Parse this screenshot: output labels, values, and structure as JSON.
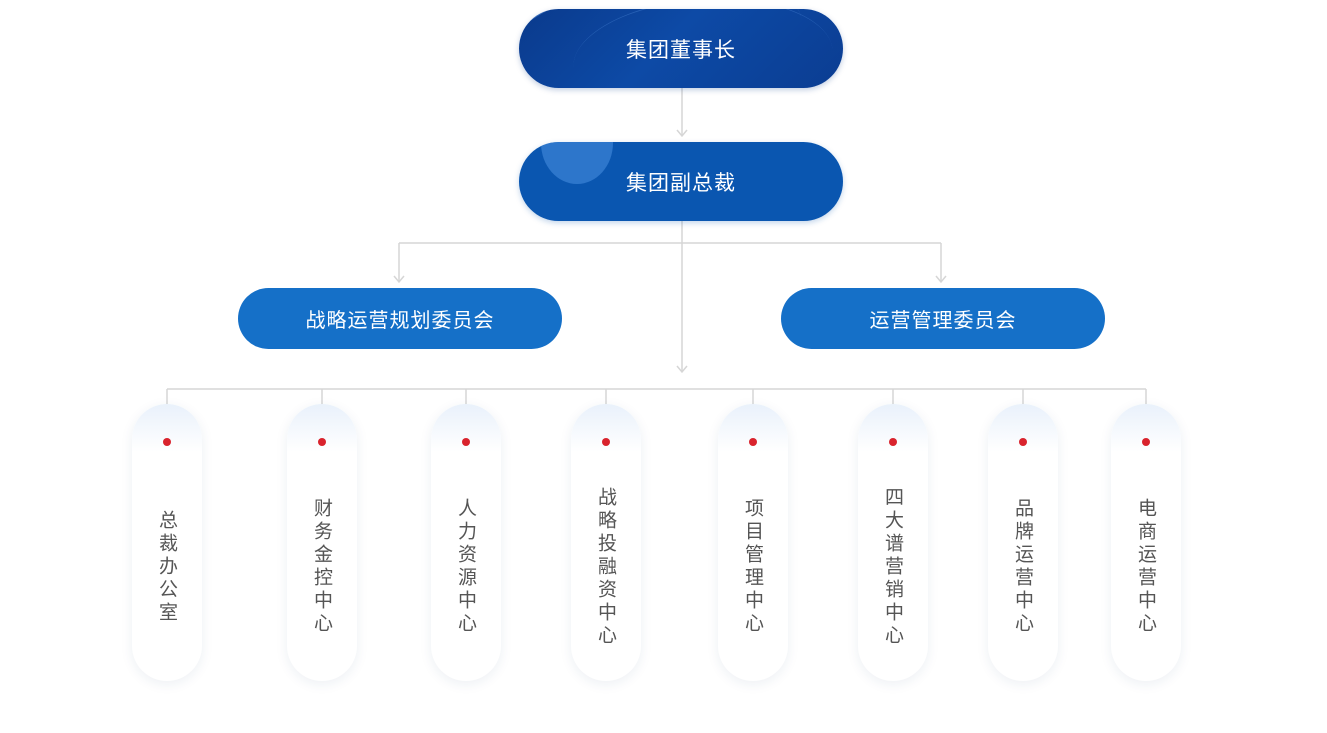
{
  "org": {
    "chairman": "集团董事长",
    "vice_president": "集团副总裁",
    "committees": [
      "战略运营规划委员会",
      "运营管理委员会"
    ],
    "departments": [
      "总裁办公室",
      "财务金控中心",
      "人力资源中心",
      "战略投融资中心",
      "项目管理中心",
      "四大谱营销中心",
      "品牌运营中心",
      "电商运营中心"
    ]
  },
  "colors": {
    "chairman_bg": "#0b3d92",
    "vice_president_bg": "#0a56b0",
    "committee_bg": "#1570c8",
    "connector": "#d6d6d6",
    "dot": "#d9232d",
    "dept_text": "#555555"
  }
}
